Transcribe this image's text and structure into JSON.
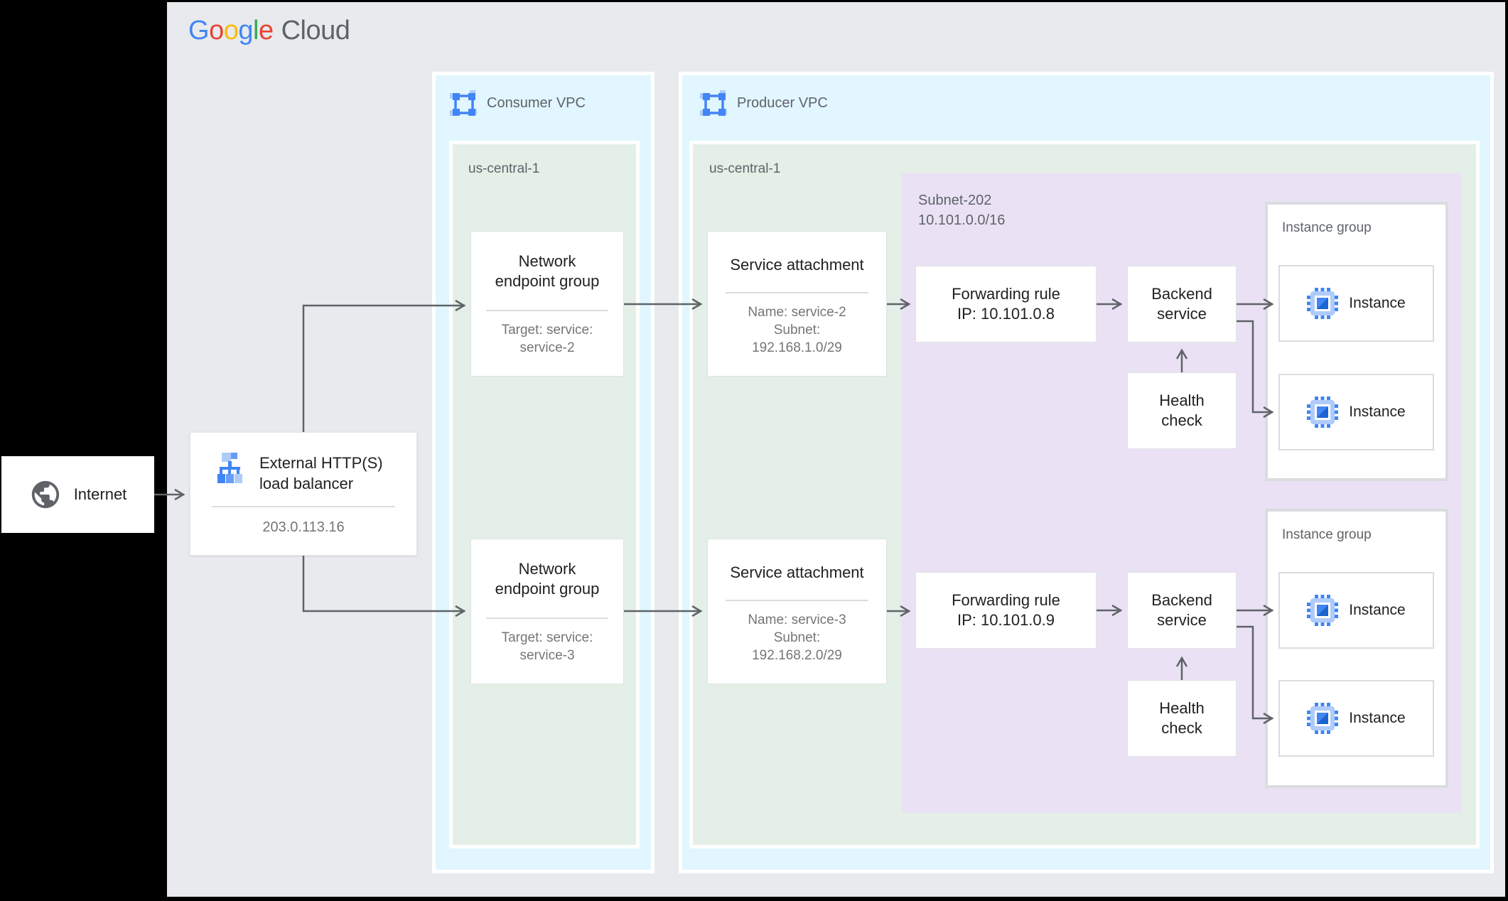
{
  "logo": {
    "word1_letters": [
      {
        "ch": "G"
      },
      {
        "ch": "o"
      },
      {
        "ch": "o"
      },
      {
        "ch": "g"
      },
      {
        "ch": "l"
      },
      {
        "ch": "e"
      }
    ],
    "word2": "Cloud"
  },
  "internet": {
    "label": "Internet"
  },
  "load_balancer": {
    "title_line1": "External HTTP(S)",
    "title_line2": "load balancer",
    "ip": "203.0.113.16"
  },
  "consumer_vpc": {
    "label": "Consumer VPC",
    "region": "us-central-1",
    "negs": [
      {
        "title_line1": "Network",
        "title_line2": "endpoint group",
        "sub_line1": "Target: service:",
        "sub_line2": "service-2"
      },
      {
        "title_line1": "Network",
        "title_line2": "endpoint group",
        "sub_line1": "Target: service:",
        "sub_line2": "service-3"
      }
    ]
  },
  "producer_vpc": {
    "label": "Producer VPC",
    "region": "us-central-1",
    "service_attachments": [
      {
        "title": "Service attachment",
        "sub_line1": "Name: service-2",
        "sub_line2": "Subnet:",
        "sub_line3": "192.168.1.0/29"
      },
      {
        "title": "Service attachment",
        "sub_line1": "Name: service-3",
        "sub_line2": "Subnet:",
        "sub_line3": "192.168.2.0/29"
      }
    ],
    "subnet": {
      "name": "Subnet-202",
      "cidr": "10.101.0.0/16",
      "rows": [
        {
          "forwarding_rule": {
            "line1": "Forwarding rule",
            "line2": "IP: 10.101.0.8"
          },
          "backend_service": {
            "line1": "Backend",
            "line2": "service"
          },
          "health_check": {
            "line1": "Health",
            "line2": "check"
          },
          "instance_group": {
            "label": "Instance group",
            "instances": [
              {
                "label": "Instance"
              },
              {
                "label": "Instance"
              }
            ]
          }
        },
        {
          "forwarding_rule": {
            "line1": "Forwarding rule",
            "line2": "IP: 10.101.0.9"
          },
          "backend_service": {
            "line1": "Backend",
            "line2": "service"
          },
          "health_check": {
            "line1": "Health",
            "line2": "check"
          },
          "instance_group": {
            "label": "Instance group",
            "instances": [
              {
                "label": "Instance"
              },
              {
                "label": "Instance"
              }
            ]
          }
        }
      ]
    }
  },
  "colors": {
    "frame": "#000000",
    "canvas": "#E8EAED",
    "vpc_fill": "#E1F6FE",
    "region_fill": "#E4EFE7",
    "subnet_fill": "#EAE2F4",
    "node_border": "#DFE2E6",
    "connector_line": "#5F6368",
    "title_text": "#202124",
    "sub_text": "#757575",
    "label_text": "#5F6368",
    "google_blue": "#4285F4",
    "google_red": "#EA4335",
    "google_yellow": "#FBBC05",
    "google_green": "#34A853"
  }
}
